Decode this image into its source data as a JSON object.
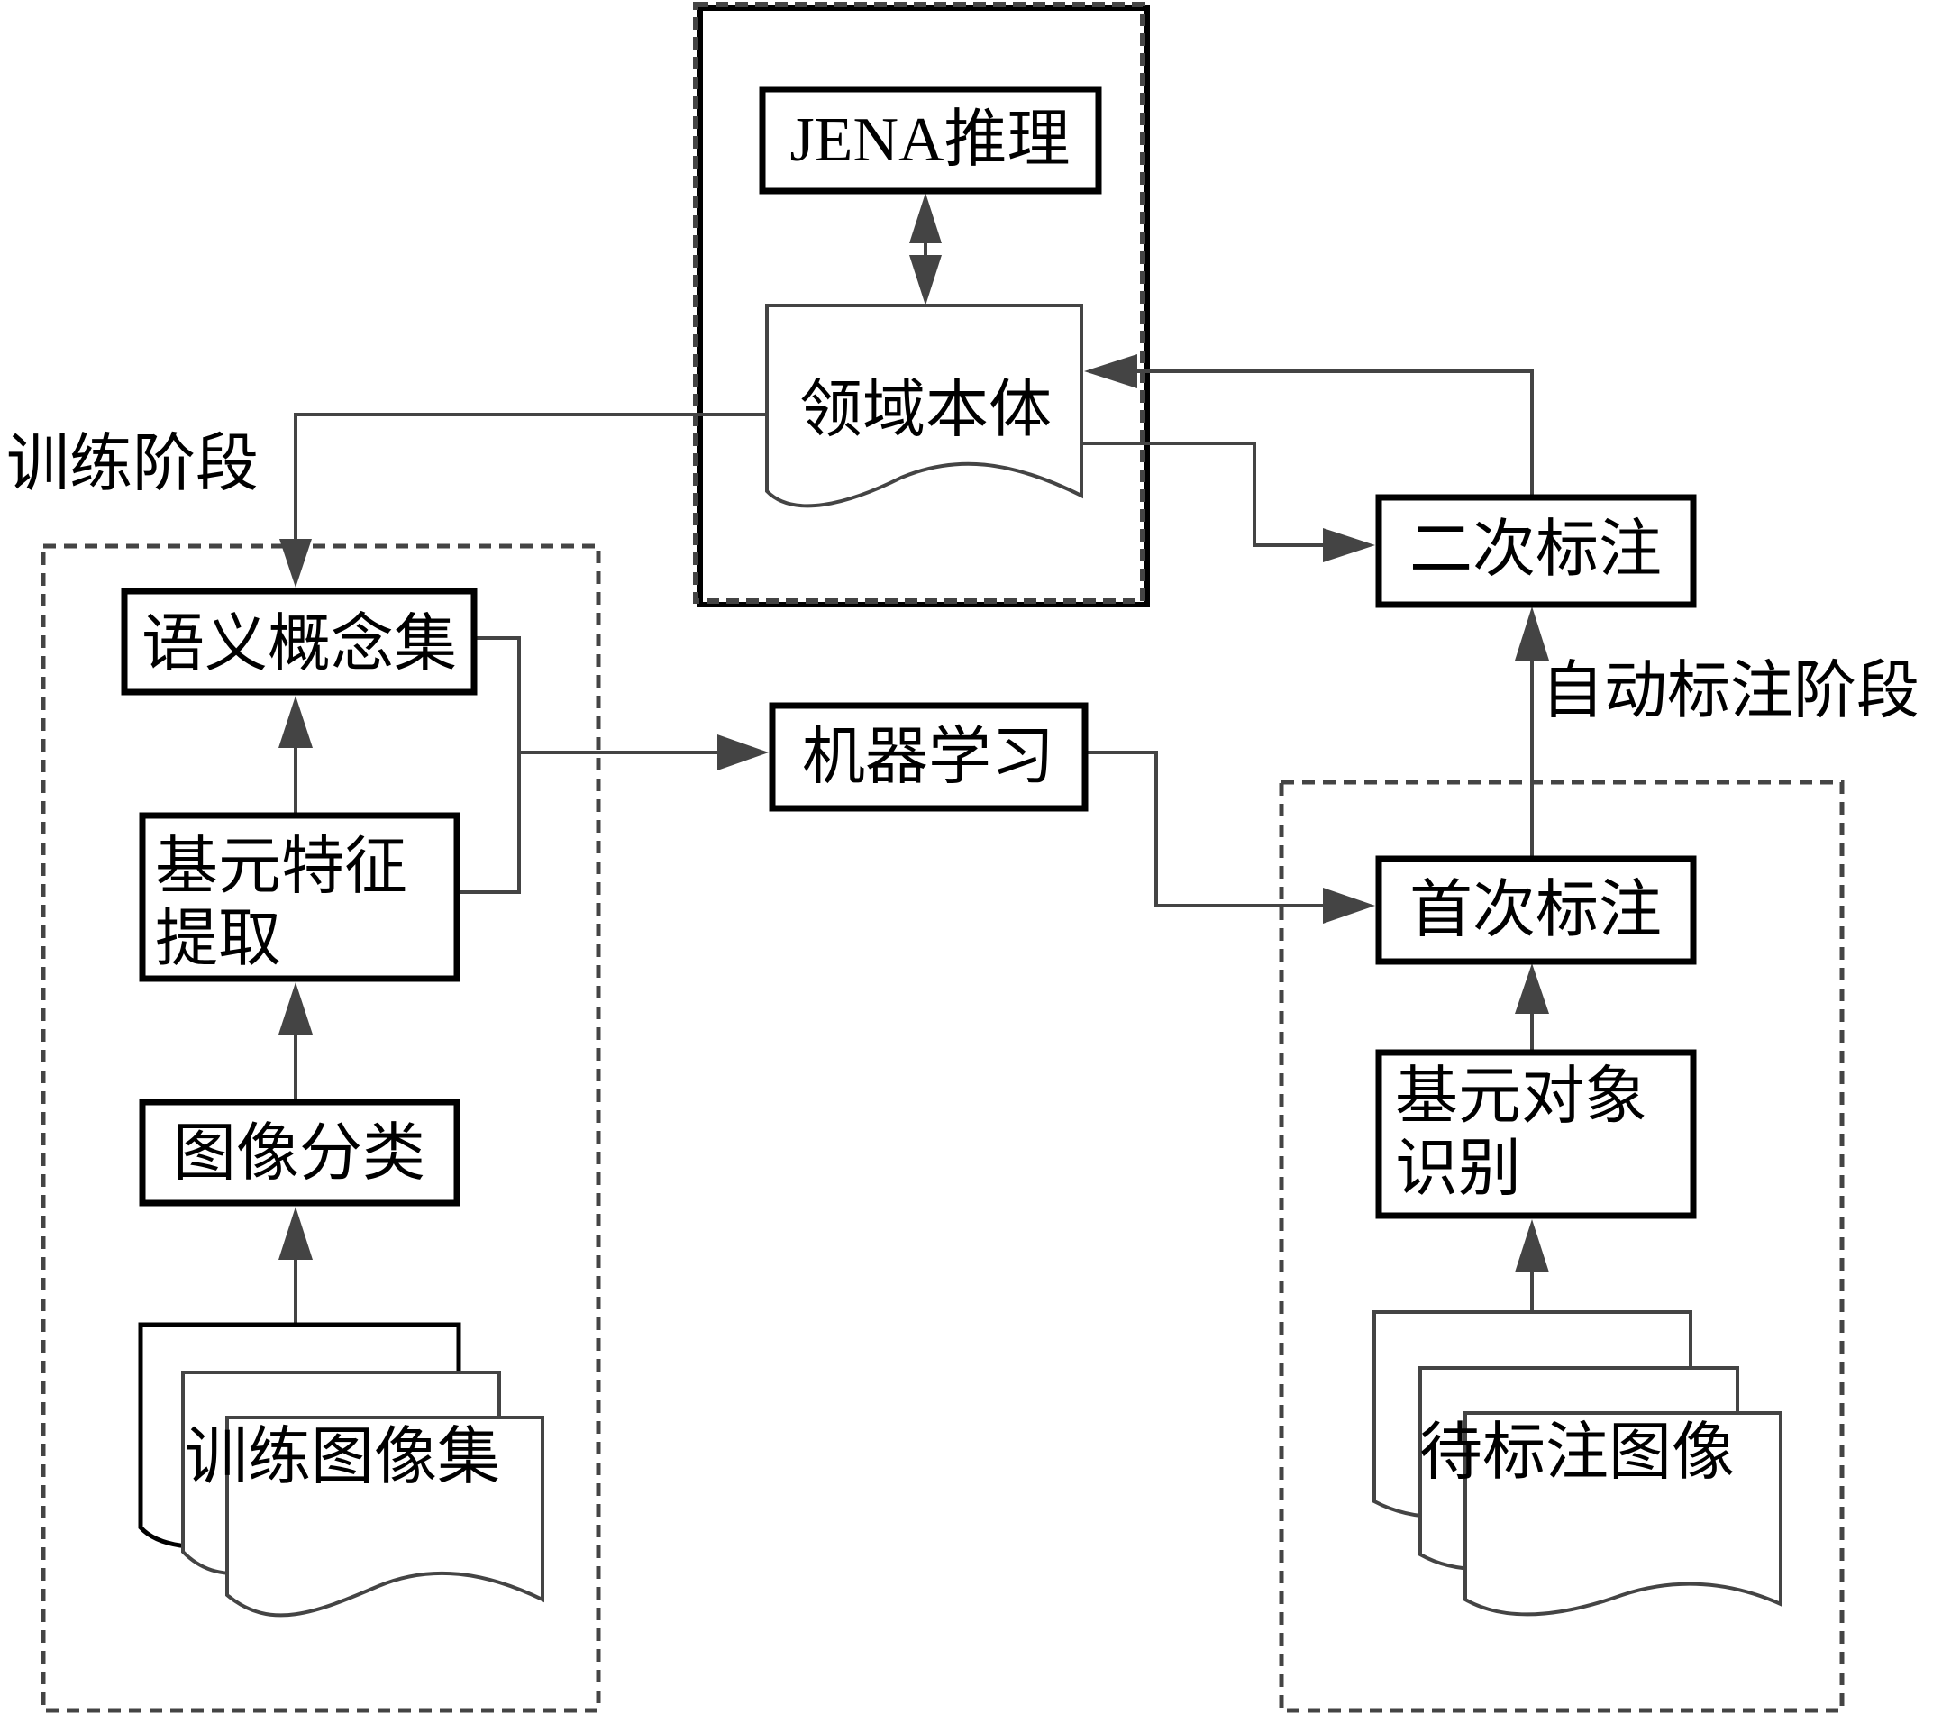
{
  "diagram": {
    "stages": {
      "training": "训练阶段",
      "auto_annotation": "自动标注阶段"
    },
    "nodes": {
      "jena": "JENA推理",
      "ontology": "领域本体",
      "semantic_concepts": "语义概念集",
      "feature_extraction_line1": "基元特征",
      "feature_extraction_line2": "提取",
      "image_classification": "图像分类",
      "training_images": "训练图像集",
      "machine_learning": "机器学习",
      "secondary_annotation": "二次标注",
      "primary_annotation": "首次标注",
      "object_recognition_line1": "基元对象",
      "object_recognition_line2": "识别",
      "images_to_annotate": "待标注图像"
    },
    "edges": [
      {
        "from": "jena",
        "to": "ontology",
        "type": "bidirectional"
      },
      {
        "from": "ontology",
        "to": "semantic_concepts"
      },
      {
        "from": "ontology",
        "to": "secondary_annotation"
      },
      {
        "from": "secondary_annotation",
        "to": "ontology"
      },
      {
        "from": "training_images",
        "to": "image_classification"
      },
      {
        "from": "image_classification",
        "to": "feature_extraction"
      },
      {
        "from": "feature_extraction",
        "to": "semantic_concepts"
      },
      {
        "from": "semantic_concepts",
        "to": "machine_learning"
      },
      {
        "from": "feature_extraction",
        "to": "machine_learning"
      },
      {
        "from": "machine_learning",
        "to": "primary_annotation"
      },
      {
        "from": "images_to_annotate",
        "to": "object_recognition"
      },
      {
        "from": "object_recognition",
        "to": "primary_annotation"
      },
      {
        "from": "primary_annotation",
        "to": "secondary_annotation"
      }
    ]
  }
}
